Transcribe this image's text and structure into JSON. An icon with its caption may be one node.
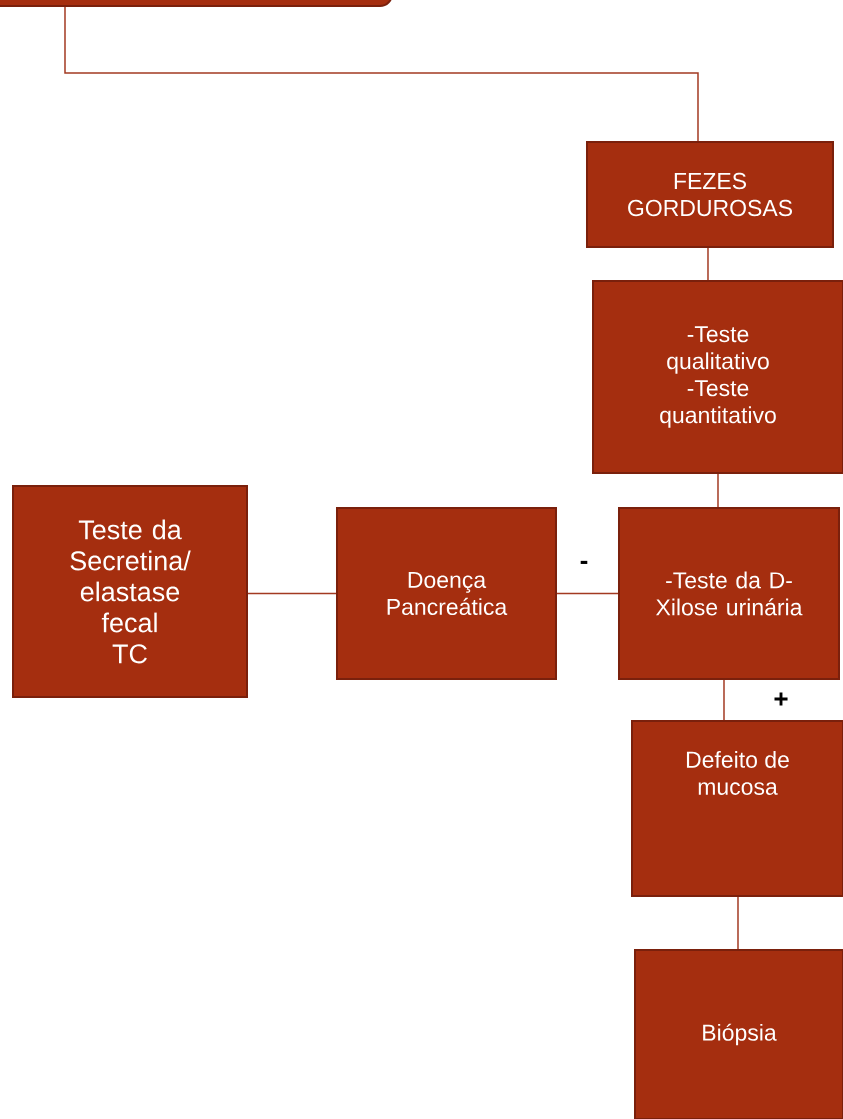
{
  "diagram": {
    "nodes": [
      {
        "text": [],
        "shape": "box"
      },
      {
        "text": [
          "FEZES GORDUROSAS"
        ]
      },
      {
        "text": [
          "-Teste qualitativo",
          "-Teste quantitativo"
        ]
      },
      {
        "text": [
          "Teste da Secretina/ elastase fecal",
          "TC"
        ]
      },
      {
        "text": [
          "Doença Pancreática"
        ]
      },
      {
        "text": [
          "-Teste da D-Xilose urinária"
        ]
      },
      {
        "text": [
          "Defeito de mucosa"
        ]
      },
      {
        "text": [
          "Biópsia"
        ]
      }
    ],
    "edges": [
      {
        "from": 0,
        "to": 1,
        "arrow": "none"
      },
      {
        "from": 1,
        "to": 2,
        "arrow": "none"
      },
      {
        "from": 2,
        "to": 5,
        "arrow": "none"
      },
      {
        "from": 5,
        "to": 4,
        "arrow": "none",
        "label": "-"
      },
      {
        "from": 4,
        "to": 3,
        "arrow": "none"
      },
      {
        "from": 5,
        "to": 6,
        "arrow": "none",
        "label": "+"
      },
      {
        "from": 6,
        "to": 7,
        "arrow": "none"
      }
    ]
  }
}
